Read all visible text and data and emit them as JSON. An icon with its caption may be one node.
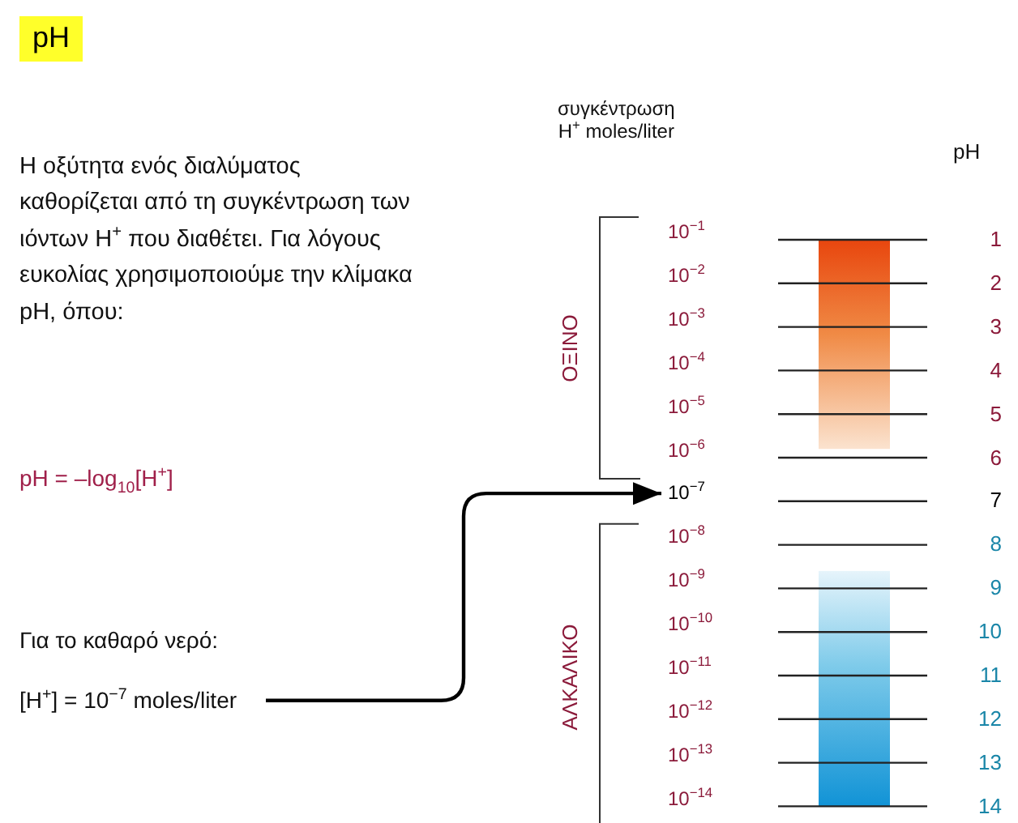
{
  "diagram": {
    "title": "pH",
    "nodes": [
      {
        "text": [
          "[H$^{+}$] = 10$^{−7}$ moles/liter"
        ]
      },
      {
        "text": [
          "10$^{−7}$"
        ]
      }
    ],
    "edges": [
      {
        "from": 0,
        "to": 1,
        "arrow": "to"
      }
    ],
    "labels": [
      "Η οξύτητα ενός διαλύματος καθορίζεται από τη συγκέντρωση των ιόντων H$^{+}$ που διαθέτει. Για λόγους ευκολίας χρησιμοποιούμε την κλίμακα pH, όπου:",
      "pH = –log$_{10}$[H$^{+}$]",
      "Για το καθαρό νερό:",
      "συγκέντρωση H$^{+}$ moles/liter",
      "pH",
      "ΟΞΙΝΟ",
      "ΑΛΚΑΛΙΚΟ",
      "10$^{−1}$",
      "1",
      "10$^{−2}$",
      "2",
      "10$^{−3}$",
      "3",
      "10$^{−4}$",
      "4",
      "10$^{−5}$",
      "5",
      "10$^{−6}$",
      "6",
      "7",
      "10$^{−8}$",
      "8",
      "10$^{−9}$",
      "9",
      "10$^{−10}$",
      "10",
      "10$^{−11}$",
      "11",
      "10$^{−12}$",
      "12",
      "10$^{−13}$",
      "13",
      "10$^{−14}$",
      "14"
    ]
  }
}
